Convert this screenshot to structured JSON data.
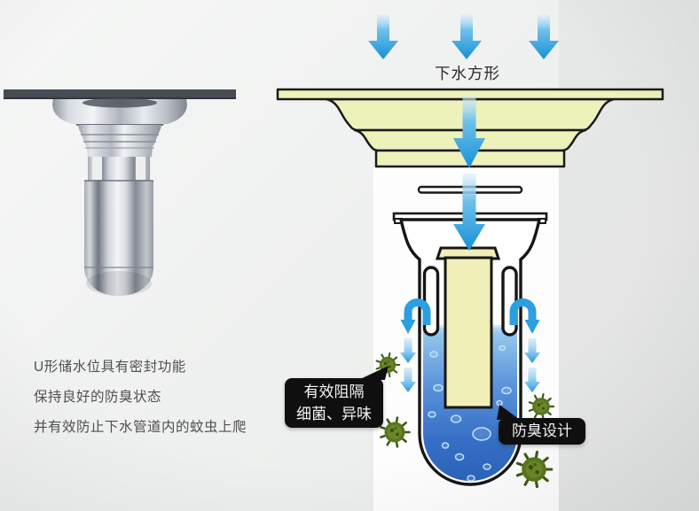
{
  "scene": {
    "title": "下水方形",
    "left_caption": {
      "lines": [
        "U形储水位具有密封功能",
        "保持良好的防臭状态",
        "并有效防止下水管道内的蚊虫上爬"
      ]
    },
    "callouts": {
      "block_germs": {
        "line1": "有效阻隔",
        "line2": "细菌、异味"
      },
      "odor_design": "防臭设计"
    },
    "icons": {
      "down_arrow": "▼",
      "u_turn_arrow": "⮌",
      "germ": "●"
    },
    "colors": {
      "arrow_blue": "#1f97da",
      "water_blue": "#3f86d4",
      "flange_yellow": "#edf1ba",
      "tube_yellow": "#f1efb8",
      "germ_green": "#5a7520",
      "callout_bg": "#0f0f0f",
      "background": "#eef0ef"
    }
  }
}
